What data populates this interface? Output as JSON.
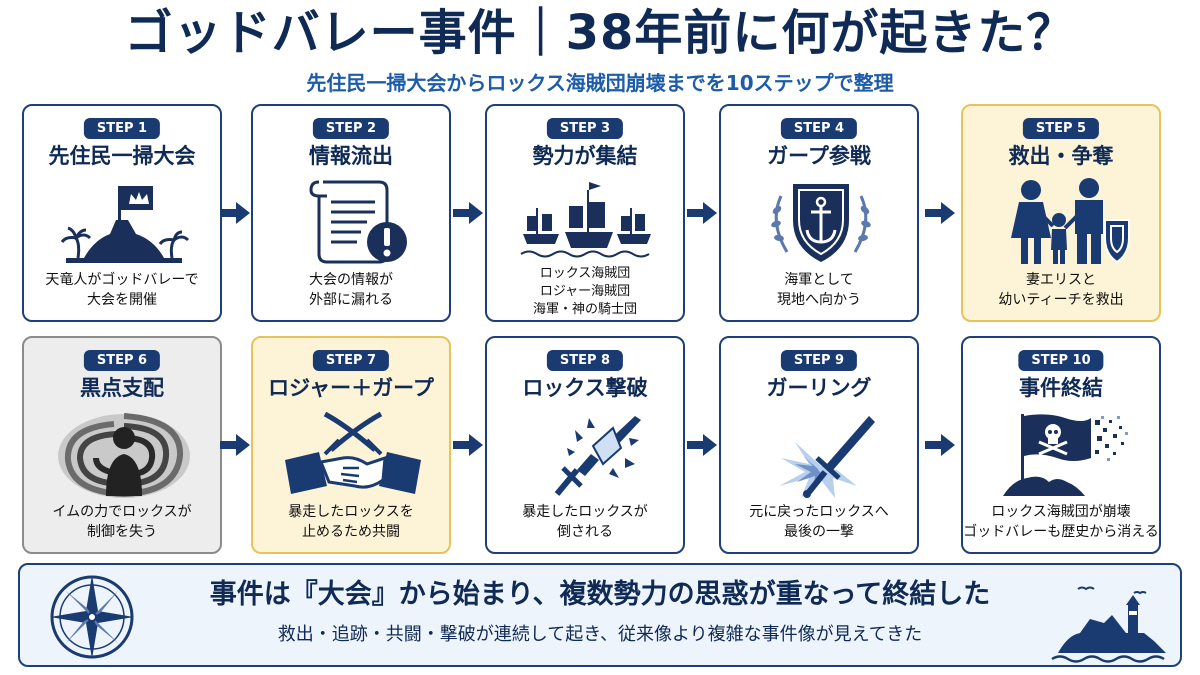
{
  "header": {
    "title": "ゴッドバレー事件｜38年前に何が起きた？",
    "subtitle": "先住民一掃大会からロックス海賊団崩壊までを10ステップで整理"
  },
  "colors": {
    "navy": "#0f2a55",
    "badge": "#1a3a72",
    "accent_blue": "#1d5ca8",
    "highlight_bg": "#fdf3d6",
    "highlight_border": "#e7c35a",
    "gray_bg": "#ededed"
  },
  "steps": [
    {
      "badge": "STEP 1",
      "title": "先住民一掃大会",
      "icon": "island-flag-icon",
      "desc": [
        "天竜人がゴッドバレーで",
        "大会を開催"
      ]
    },
    {
      "badge": "STEP 2",
      "title": "情報流出",
      "icon": "scroll-alert-icon",
      "desc": [
        "大会の情報が",
        "外部に漏れる"
      ]
    },
    {
      "badge": "STEP 3",
      "title": "勢力が集結",
      "icon": "ships-icon",
      "desc": [
        "ロックス海賊団",
        "ロジャー海賊団",
        "海軍・神の騎士団"
      ]
    },
    {
      "badge": "STEP 4",
      "title": "ガープ参戦",
      "icon": "navy-anchor-shield-icon",
      "desc": [
        "海軍として",
        "現地へ向かう"
      ]
    },
    {
      "badge": "STEP 5",
      "title": "救出・争奪",
      "icon": "family-shield-icon",
      "desc": [
        "妻エリスと",
        "幼いティーチを救出"
      ]
    },
    {
      "badge": "STEP 6",
      "title": "黒点支配",
      "icon": "vortex-silhouette-icon",
      "desc": [
        "イムの力でロックスが",
        "制御を失う"
      ]
    },
    {
      "badge": "STEP 7",
      "title": "ロジャー＋ガープ",
      "icon": "crossed-swords-handshake-icon",
      "desc": [
        "暴走したロックスを",
        "止めるため共闘"
      ]
    },
    {
      "badge": "STEP 8",
      "title": "ロックス撃破",
      "icon": "shattered-sword-icon",
      "desc": [
        "暴走したロックスが",
        "倒される"
      ]
    },
    {
      "badge": "STEP 9",
      "title": "ガーリング",
      "icon": "sword-strike-icon",
      "desc": [
        "元に戻ったロックスへ",
        "最後の一撃"
      ]
    },
    {
      "badge": "STEP 10",
      "title": "事件終結",
      "icon": "dissolving-jolly-roger-icon",
      "desc": [
        "ロックス海賊団が崩壊",
        "ゴッドバレーも歴史から消える"
      ]
    }
  ],
  "summary": {
    "main": "事件は『大会』から始まり、複数勢力の思惑が重なって終結した",
    "sub": "救出・追跡・共闘・撃破が連続して起き、従来像より複雑な事件像が見えてきた",
    "left_icon": "compass-rose-icon",
    "right_icon": "lighthouse-island-icon"
  }
}
